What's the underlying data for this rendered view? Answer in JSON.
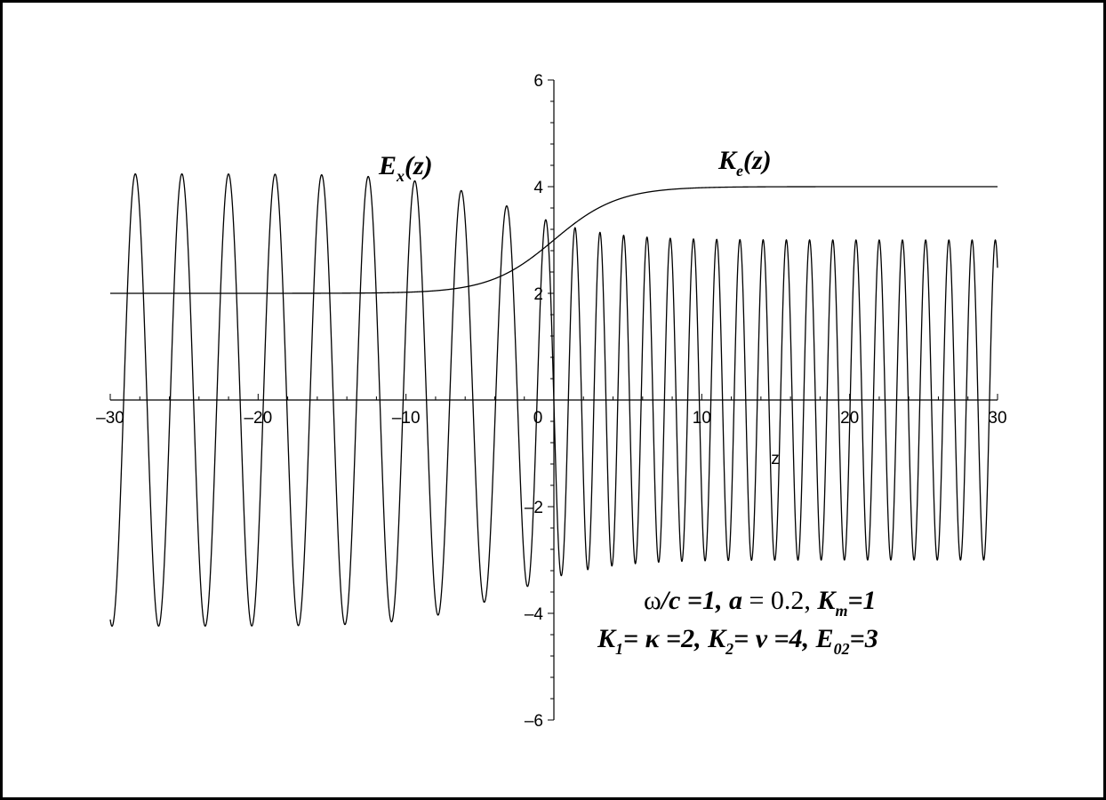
{
  "chart_data": {
    "type": "line",
    "xlabel": "z",
    "ylabel": "",
    "xlim": [
      -30,
      30
    ],
    "ylim": [
      -6,
      6
    ],
    "x_ticks": [
      -30,
      -20,
      -10,
      0,
      10,
      20,
      30
    ],
    "y_ticks": [
      -6,
      -4,
      -2,
      2,
      4,
      6
    ],
    "x_tick_labels": [
      "–30",
      "–20",
      "–10",
      "0",
      "10",
      "20",
      "30"
    ],
    "y_tick_labels": [
      "–6",
      "–4",
      "–2",
      "2",
      "4",
      "6"
    ],
    "grid": false,
    "series": [
      {
        "name": "E_x(z)",
        "label_main": "E",
        "label_sub": "x",
        "label_tail": "(z)",
        "description": "oscillation, amplitude ~4.24 for z<0 decreasing to 3 for z>0",
        "left_amplitude": 4.24,
        "right_amplitude": 3.0,
        "left_period": 3.15,
        "right_period": 1.57
      },
      {
        "name": "K_e(z)",
        "label_main": "K",
        "label_sub": "e",
        "label_tail": "(z)",
        "left_value": 2,
        "right_value": 4,
        "transition_center": 0,
        "transition_scale": 5
      }
    ],
    "annotation": {
      "line1": {
        "omega": "ω",
        "omega_tail": "/c =1, ",
        "a": "a",
        "a_eq": " = 0.2, ",
        "K": "K",
        "K_sub": "m",
        "K_tail": "=1"
      },
      "line2": {
        "K1": "K",
        "K1_sub": "1",
        "kappa_eq": "= κ =2, ",
        "K2": "K",
        "K2_sub": "2",
        "nu_eq": "= ν =4, ",
        "E": "E",
        "E_sub": "02",
        "E_tail": "=3"
      }
    }
  }
}
